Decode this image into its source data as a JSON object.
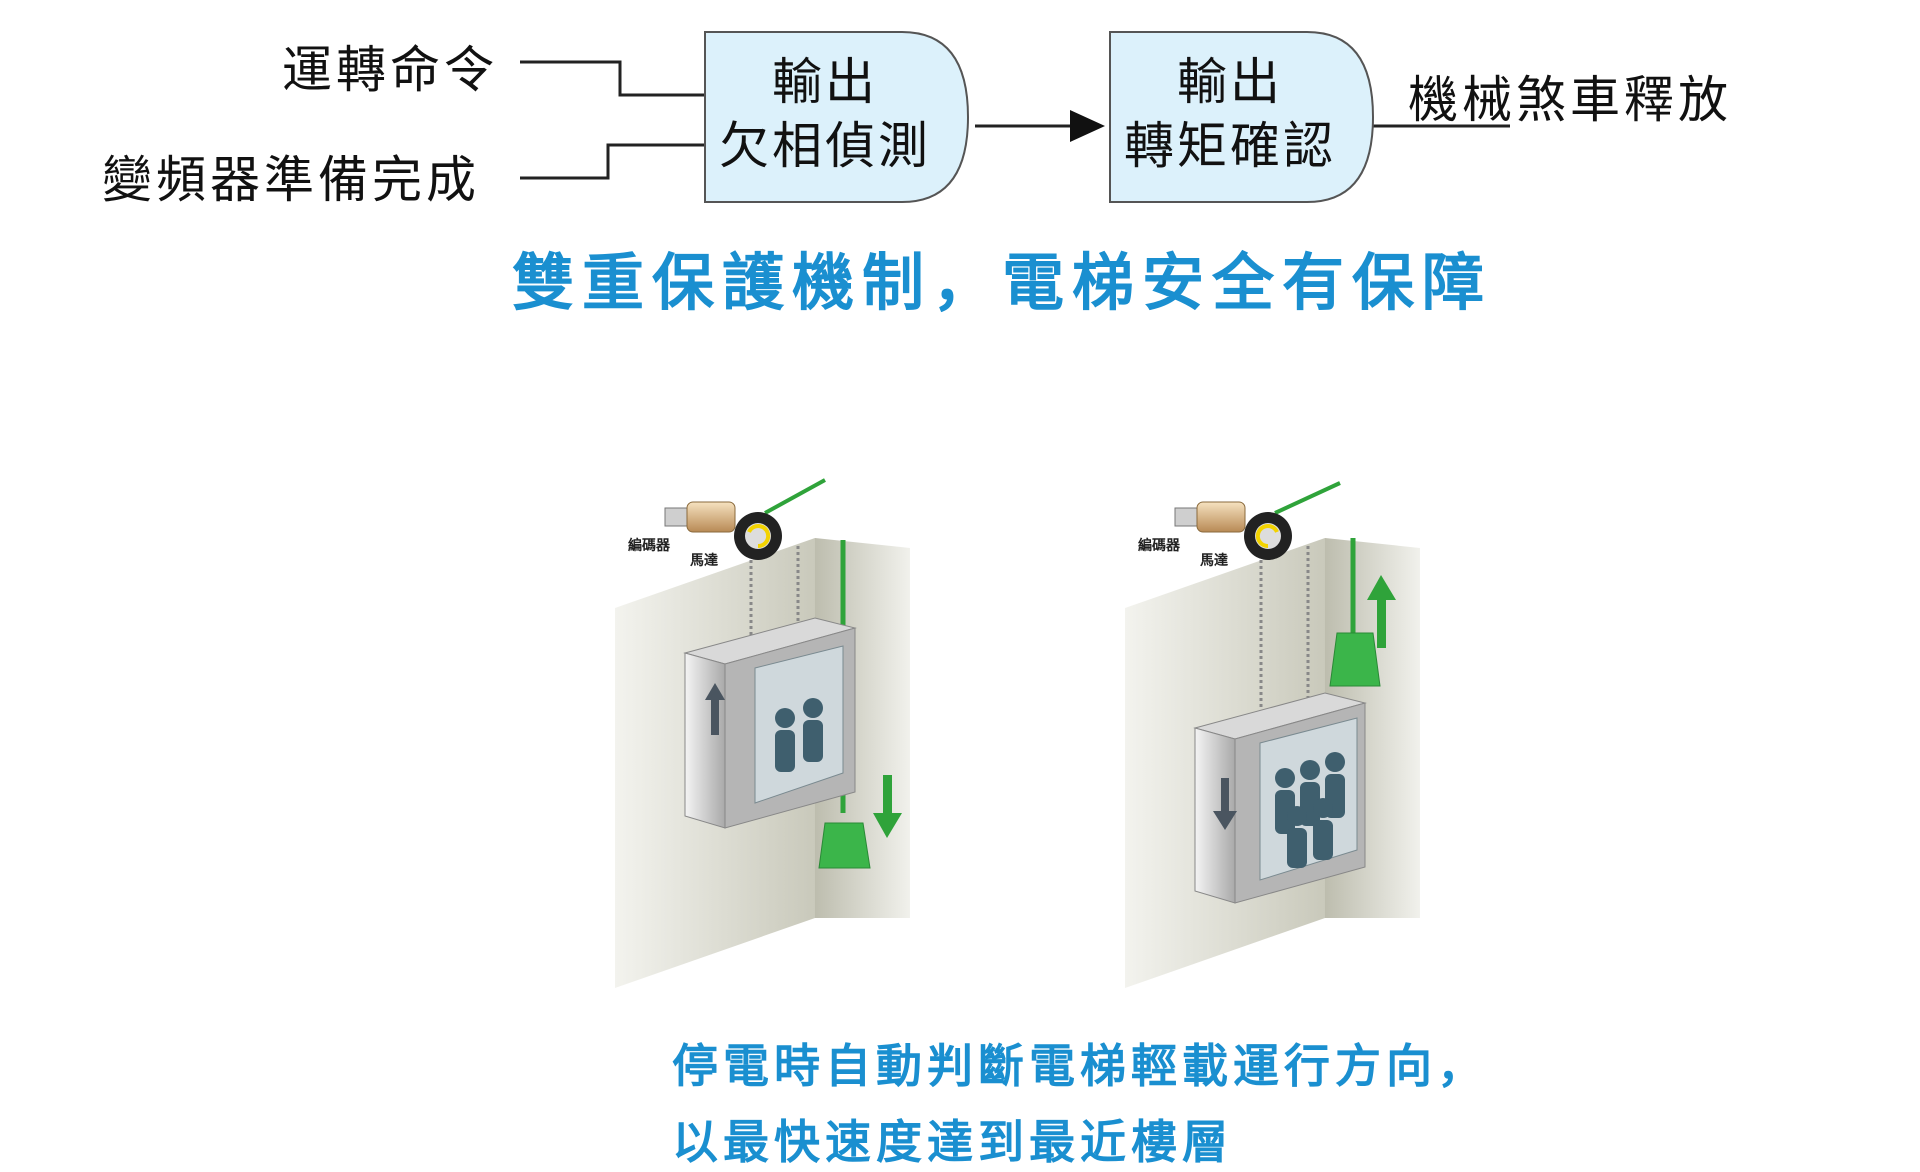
{
  "flow": {
    "inputs": [
      "運轉命令",
      "變頻器準備完成"
    ],
    "gate1": {
      "line1": "輸出",
      "line2": "欠相偵測"
    },
    "gate2": {
      "line1": "輸出",
      "line2": "轉矩確認"
    },
    "output": "機械煞車釋放"
  },
  "headline": "雙重保護機制，電梯安全有保障",
  "illustrations": [
    {
      "encoder_label": "編碼器",
      "motor_label": "馬達"
    },
    {
      "encoder_label": "編碼器",
      "motor_label": "馬達"
    }
  ],
  "caption": {
    "line1": "停電時自動判斷電梯輕載運行方向，",
    "line2": "以最快速度達到最近樓層"
  }
}
